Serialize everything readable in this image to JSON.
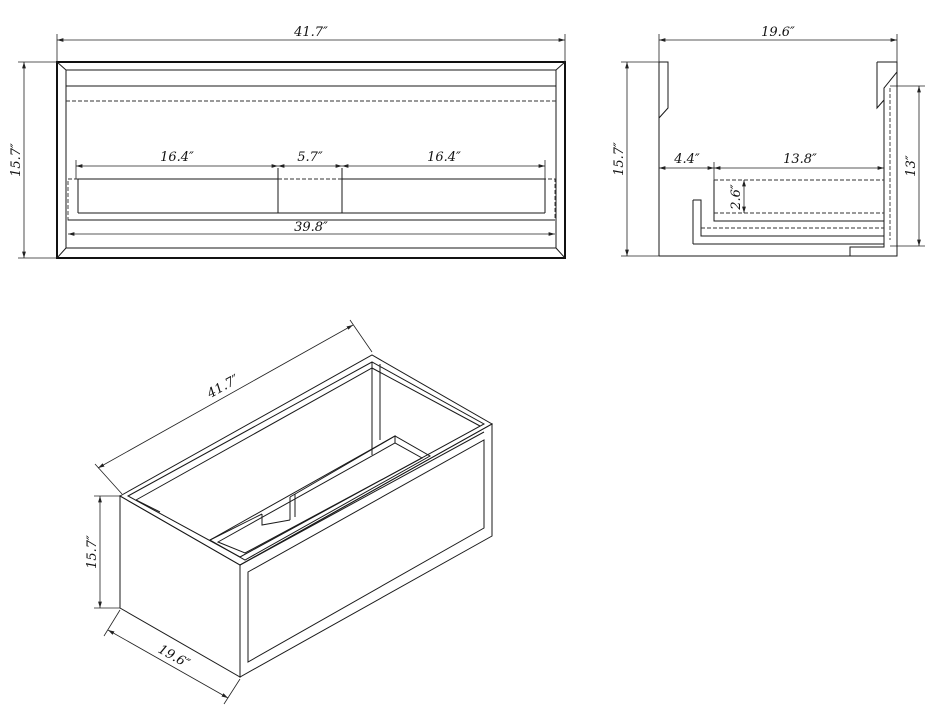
{
  "front_view": {
    "overall_width": "41.7″",
    "overall_height": "15.7″",
    "drawer_left_width": "16.4″",
    "center_gap": "5.7″",
    "drawer_right_width": "16.4″",
    "inner_width": "39.8″"
  },
  "side_view": {
    "overall_depth": "19.6″",
    "overall_height": "15.7″",
    "front_offset": "4.4″",
    "drawer_depth": "13.8″",
    "drawer_height": "2.6″",
    "inner_height": "13″"
  },
  "iso_view": {
    "width": "41.7″",
    "height": "15.7″",
    "depth": "19.6″"
  }
}
